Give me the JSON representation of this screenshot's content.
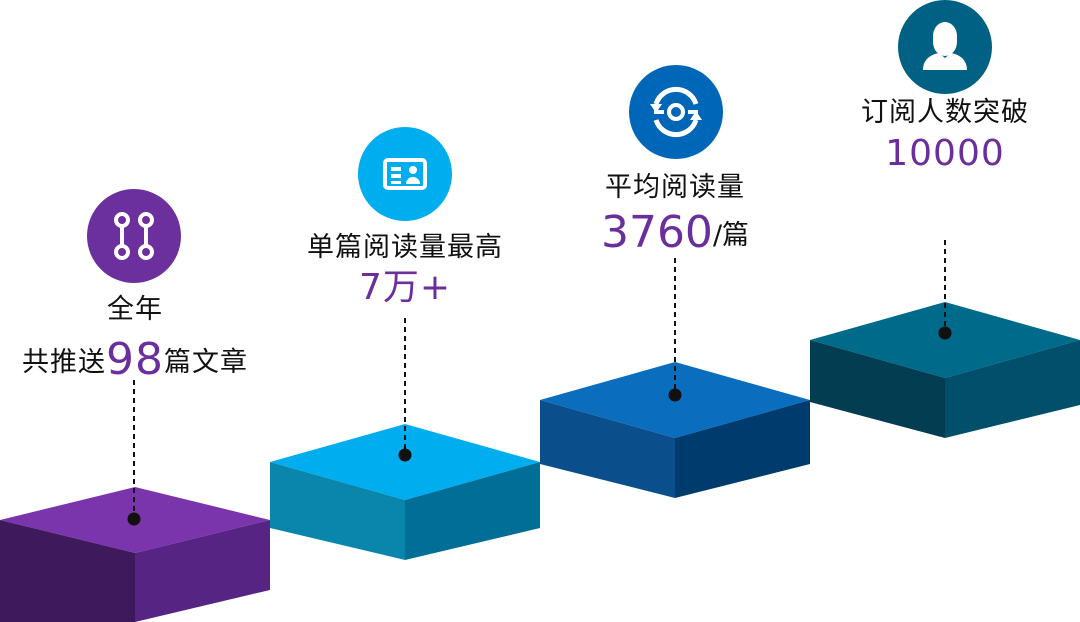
{
  "steps": [
    {
      "id": "articles",
      "icon": "path-icon",
      "color": "#6b2f9e",
      "line1": "全年",
      "line2_prefix": "共推送",
      "line2_value": "98",
      "line2_suffix": "篇文章"
    },
    {
      "id": "single",
      "icon": "id-card-icon",
      "color": "#00aeef",
      "line1": "单篇阅读量最高",
      "value": "7万+"
    },
    {
      "id": "average",
      "icon": "sync-icon",
      "color": "#0067b8",
      "line1": "平均阅读量",
      "value": "3760",
      "unit": "/篇"
    },
    {
      "id": "subscribers",
      "icon": "user-icon",
      "color": "#006184",
      "line1": "订阅人数突破",
      "value": "10000"
    }
  ]
}
